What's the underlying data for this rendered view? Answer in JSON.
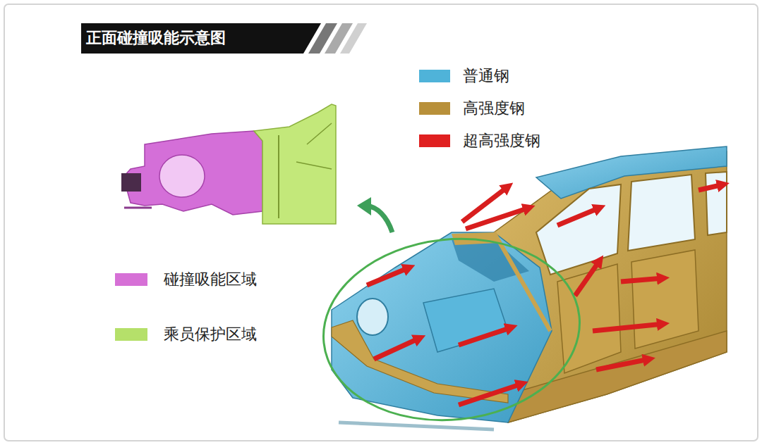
{
  "diagram": {
    "title": "正面碰撞吸能示意图",
    "legend": [
      {
        "text": "普通钢",
        "color": "#4fb3d9"
      },
      {
        "text": "高强度钢",
        "color": "#b8903a"
      },
      {
        "text": "超高强度钢",
        "color": "#e02020"
      },
      {
        "text": "碰撞吸能区域",
        "color": "#d670d6"
      },
      {
        "text": "乘员保护区域",
        "color": "#b5e06a"
      }
    ]
  }
}
